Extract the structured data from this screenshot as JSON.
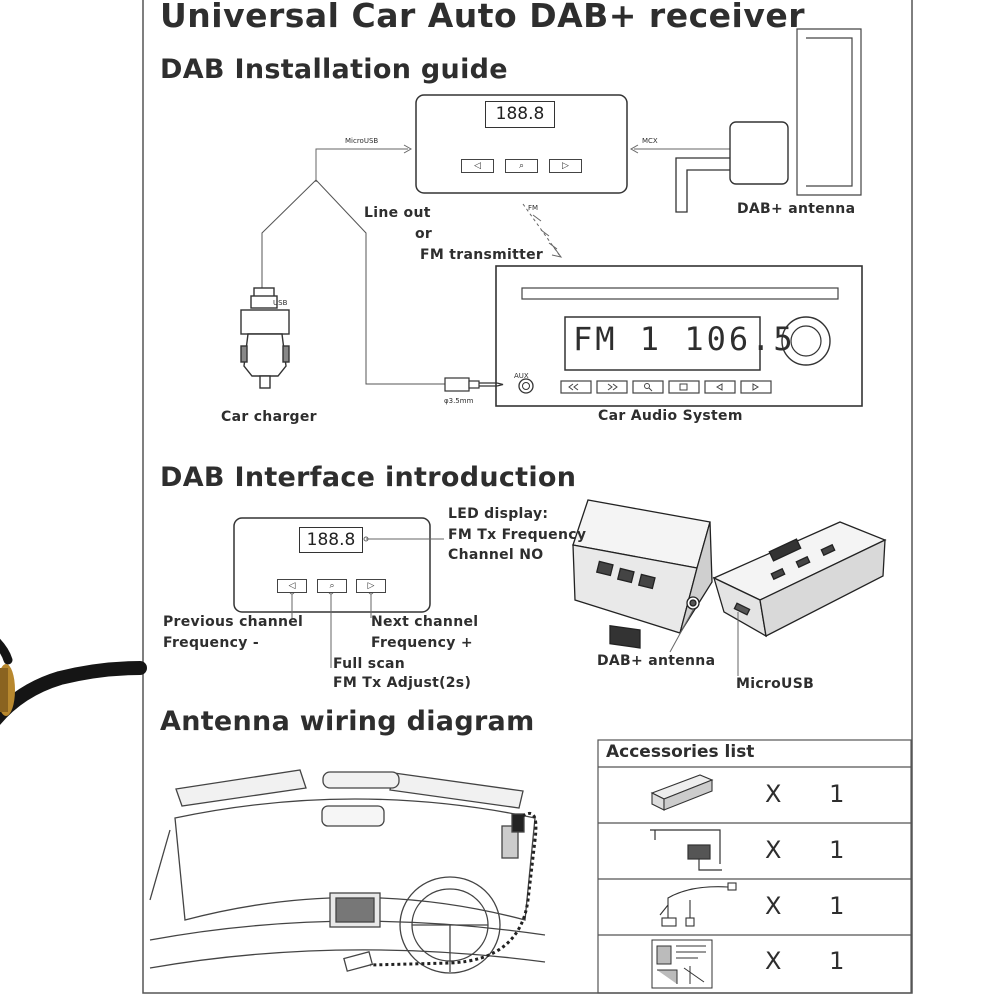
{
  "title": "Universal Car Auto DAB+ receiver",
  "section_install": "DAB Installation guide",
  "section_interface": "DAB Interface introduction",
  "section_antenna": "Antenna wiring diagram",
  "install": {
    "display": "188.8",
    "microusb_label": "MicroUSB",
    "mcx_label": "MCX",
    "fm_label": "FM",
    "lineout_1": "Line out",
    "lineout_2": "or",
    "lineout_3": "FM transmitter",
    "usb_label": "USB",
    "dab_antenna": "DAB+ antenna",
    "car_charger": "Car charger",
    "car_audio": "Car Audio System",
    "radio_display": "FM 1 106.5",
    "aux_label": "AUX",
    "jack_label": "φ3.5mm",
    "btn_prev": "◁",
    "btn_scan": "⌕",
    "btn_next": "▷"
  },
  "interface": {
    "display": "188.8",
    "led_1": "LED display:",
    "led_2": "FM Tx Frequency",
    "led_3": "Channel NO",
    "prev_1": "Previous channel",
    "prev_2": "Frequency -",
    "next_1": "Next channel",
    "next_2": "Frequency +",
    "scan_1": "Full scan",
    "scan_2": "FM Tx Adjust(2s)",
    "dab_antenna": "DAB+ antenna",
    "microusb": "MicroUSB"
  },
  "accessories": {
    "title": "Accessories list",
    "items": [
      {
        "icon": "receiver-unit-icon",
        "qty": "X 1"
      },
      {
        "icon": "dab-antenna-icon",
        "qty": "X 1"
      },
      {
        "icon": "usb-cable-icon",
        "qty": "X 1"
      },
      {
        "icon": "manual-sheet-icon",
        "qty": "X 1"
      }
    ]
  }
}
